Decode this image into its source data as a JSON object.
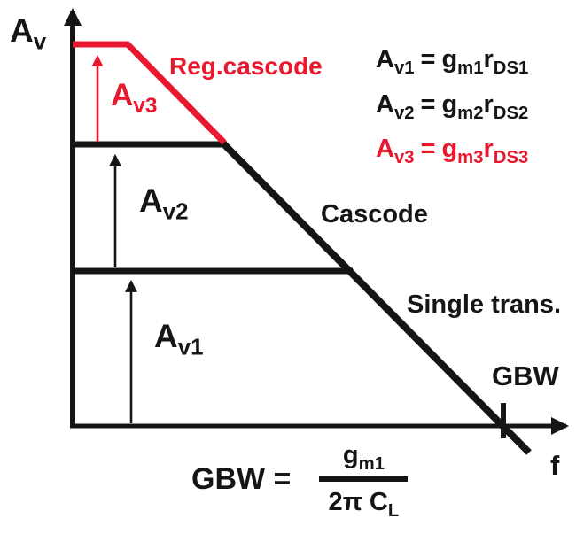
{
  "colors": {
    "black": "#151515",
    "red": "#e8192e",
    "background": "#ffffff"
  },
  "axes": {
    "y_label": {
      "base": "A",
      "sub": "v"
    },
    "x_label": "f"
  },
  "curve_labels": {
    "reg_cascode": "Reg.cascode",
    "cascode": "Cascode",
    "single_transistor": "Single trans."
  },
  "annotations": {
    "av1": {
      "base": "A",
      "sub": "v1"
    },
    "av2": {
      "base": "A",
      "sub": "v2"
    },
    "av3": {
      "base": "A",
      "sub": "v3"
    },
    "gbw_tick_label": "GBW"
  },
  "equations": [
    {
      "lhs": "A",
      "lhs_sub": "v1",
      "sign": "=",
      "gm": "g",
      "gm_sub": "m1",
      "r": "r",
      "r_sub": "DS1",
      "color": "black"
    },
    {
      "lhs": "A",
      "lhs_sub": "v2",
      "sign": "=",
      "gm": "g",
      "gm_sub": "m2",
      "r": "r",
      "r_sub": "DS2",
      "color": "black"
    },
    {
      "lhs": "A",
      "lhs_sub": "v3",
      "sign": "=",
      "gm": "g",
      "gm_sub": "m3",
      "r": "r",
      "r_sub": "DS3",
      "color": "red"
    }
  ],
  "gbw_formula": {
    "lhs": "GBW =",
    "numerator_base": "g",
    "numerator_sub": "m1",
    "denominator_base": "2π C",
    "denominator_sub": "L"
  },
  "figure_lines": [
    {
      "name": "y-axis",
      "points": [
        [
          82,
          481
        ],
        [
          82,
          12
        ]
      ],
      "color": "#151515",
      "width": 6,
      "marker": "m-axis-black"
    },
    {
      "name": "x-axis",
      "points": [
        [
          79,
          481
        ],
        [
          639,
          481
        ]
      ],
      "color": "#151515",
      "width": 5,
      "marker": "m-axis-black"
    },
    {
      "name": "single-transistor-flat",
      "points": [
        [
          79,
          306
        ],
        [
          398,
          306
        ]
      ],
      "color": "#151515",
      "width": 7,
      "marker": null
    },
    {
      "name": "cascode-flat",
      "points": [
        [
          79,
          163
        ],
        [
          256,
          163
        ]
      ],
      "color": "#151515",
      "width": 7,
      "marker": null
    },
    {
      "name": "rolloff-diagonal",
      "points": [
        [
          252,
          162
        ],
        [
          597,
          511
        ]
      ],
      "color": "#151515",
      "width": 8,
      "marker": null
    },
    {
      "name": "reg-cascode-curve",
      "points": [
        [
          82,
          50
        ],
        [
          144,
          50
        ],
        [
          253,
          161
        ]
      ],
      "color": "#e8192e",
      "width": 7,
      "marker": null
    },
    {
      "name": "gbw-tick",
      "points": [
        [
          568,
          455
        ],
        [
          568,
          495
        ]
      ],
      "color": "#151515",
      "width": 6,
      "marker": null
    },
    {
      "name": "av3-arrow",
      "points": [
        [
          110,
          160
        ],
        [
          110,
          64
        ]
      ],
      "color": "#e8192e",
      "width": 2.6,
      "marker": "m-thin-red"
    },
    {
      "name": "av2-arrow",
      "points": [
        [
          130,
          302
        ],
        [
          130,
          176
        ]
      ],
      "color": "#151515",
      "width": 2.6,
      "marker": "m-thin-black"
    },
    {
      "name": "av1-arrow",
      "points": [
        [
          148,
          478
        ],
        [
          148,
          318
        ]
      ],
      "color": "#151515",
      "width": 2.6,
      "marker": "m-thin-black"
    }
  ]
}
